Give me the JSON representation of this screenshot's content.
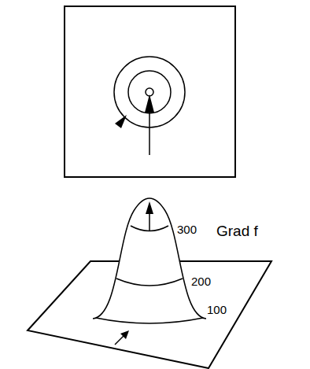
{
  "diagram": {
    "labels": [
      "300",
      "200",
      "100",
      "Grad f"
    ]
  }
}
